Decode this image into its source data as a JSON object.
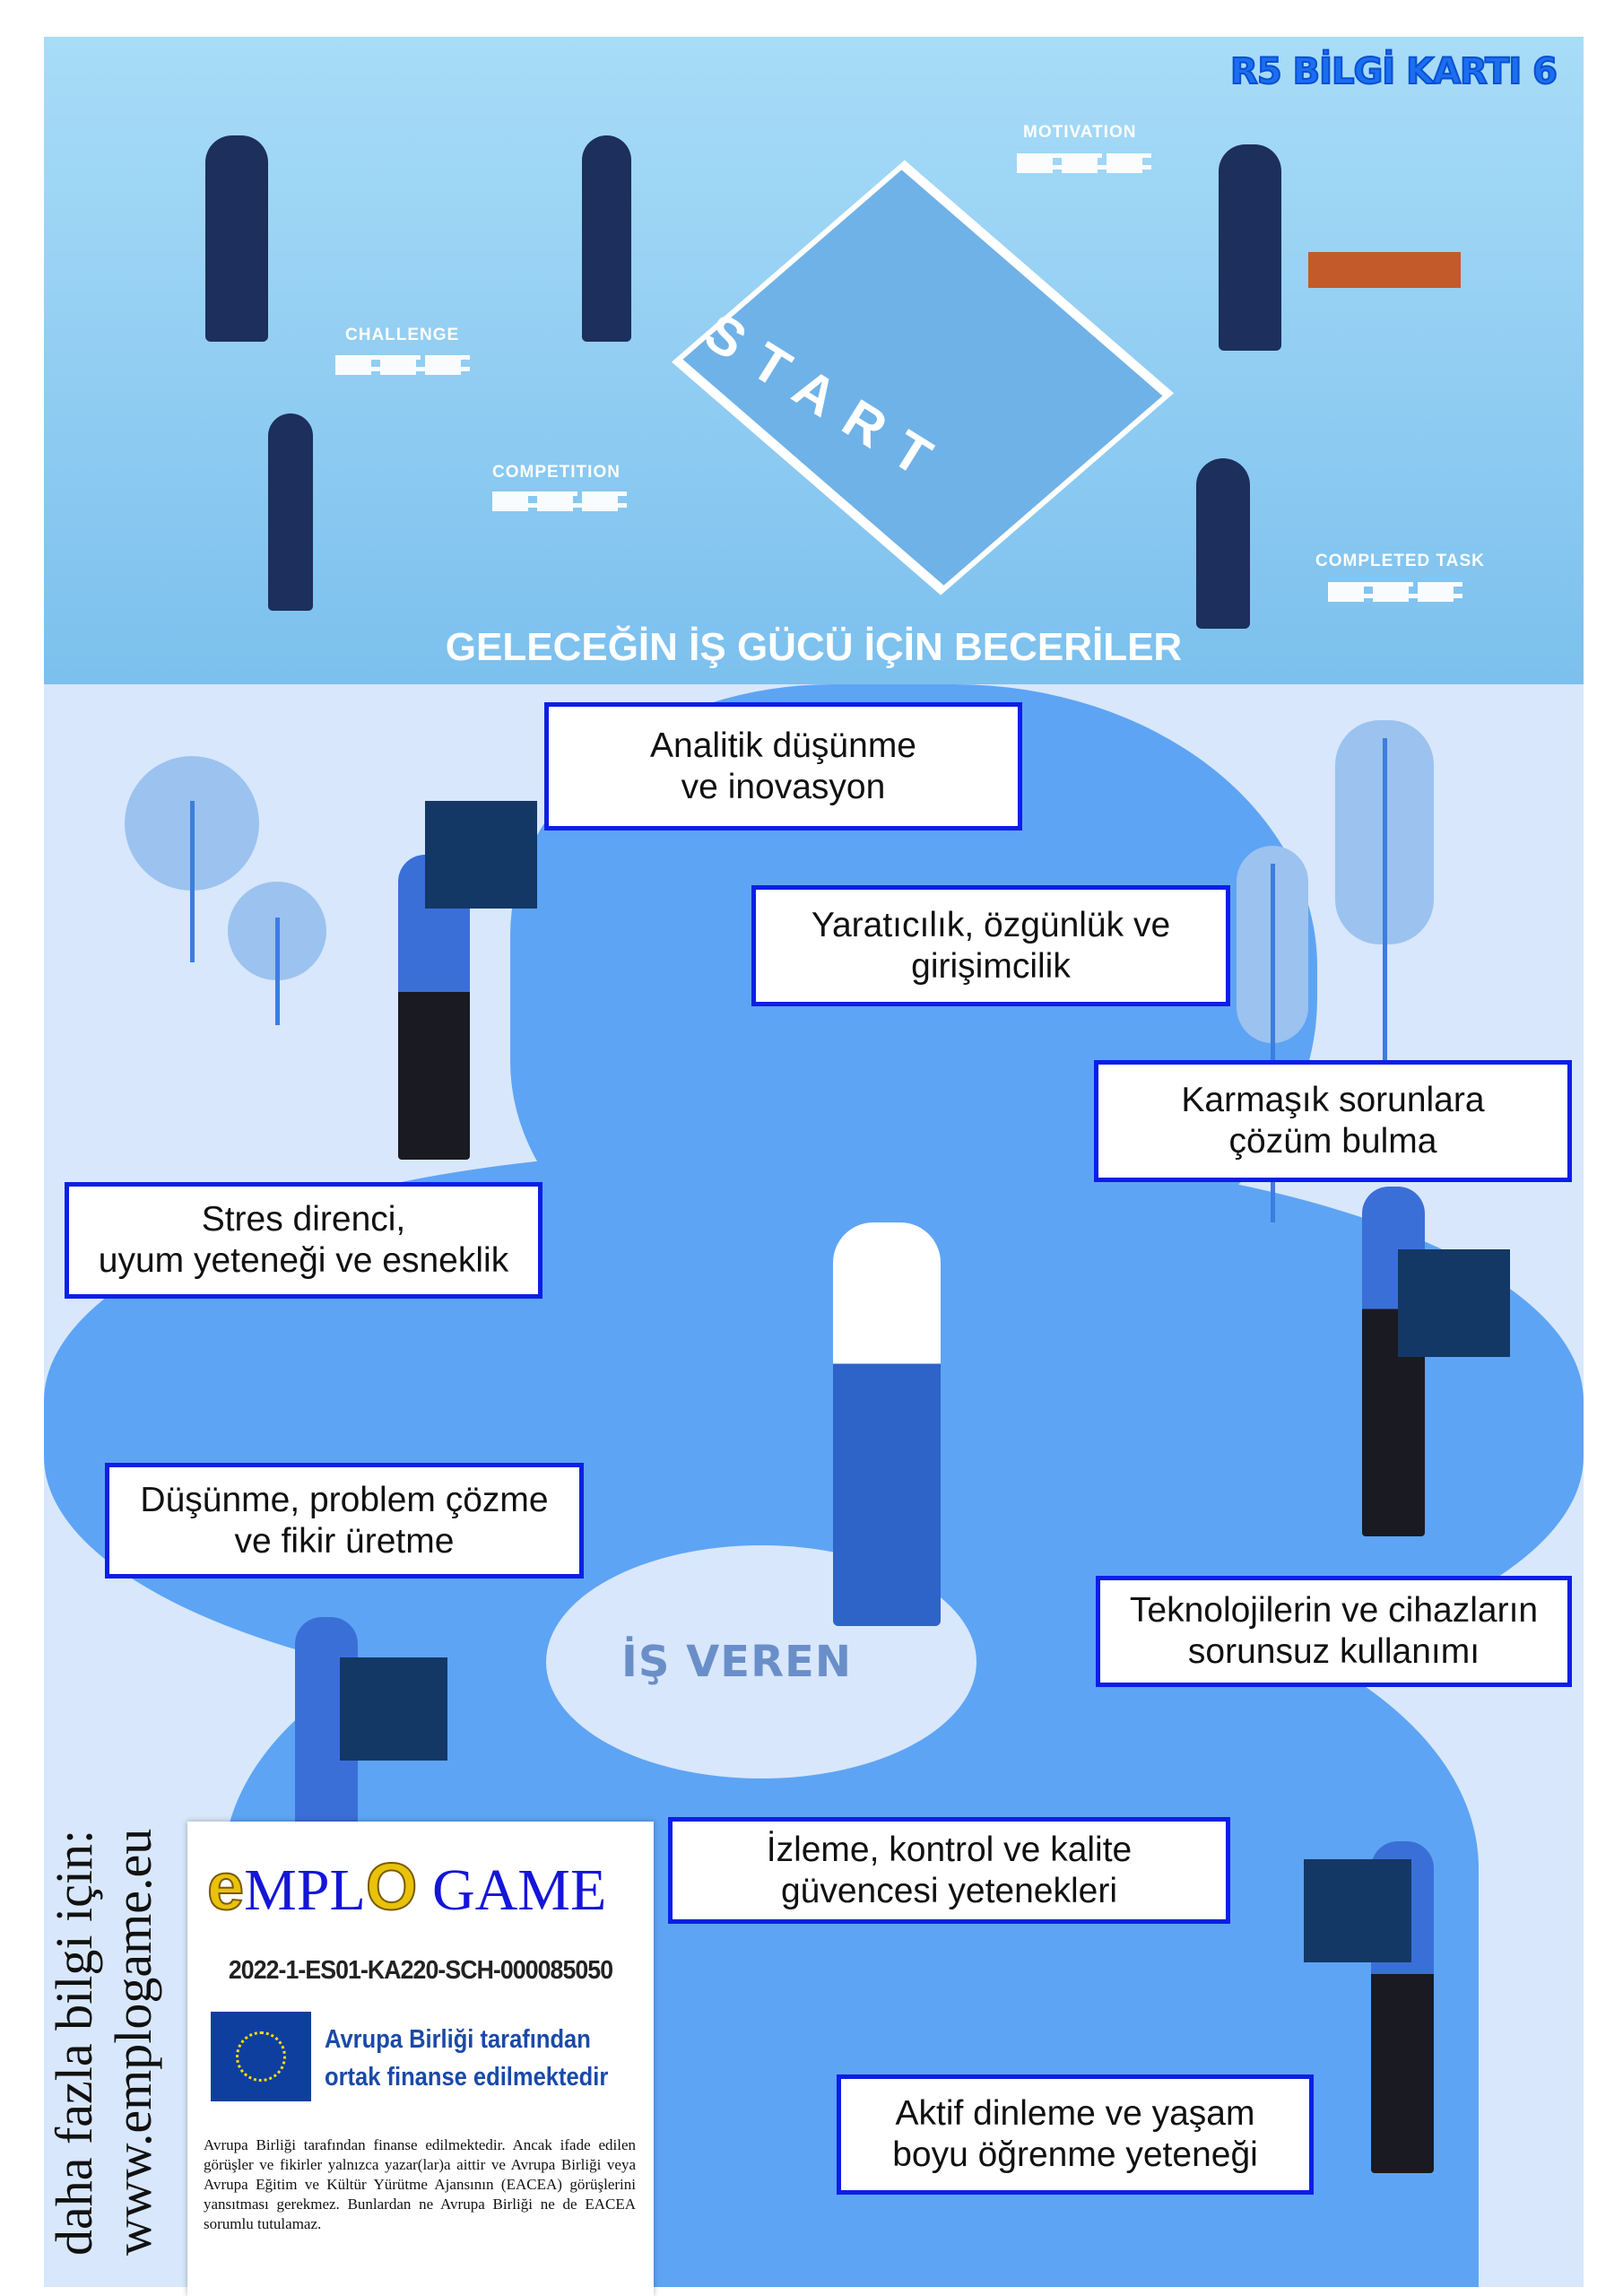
{
  "banner": {
    "card_title": "R5 BİLGİ KARTI 6",
    "heading": "GELECEĞİN İŞ GÜCÜ İÇİN BECERİLER",
    "labels": {
      "challenge": "CHALLENGE",
      "competition": "COMPETITION",
      "motivation": "MOTIVATION",
      "completed": "COMPLETED TASK",
      "start": "START"
    }
  },
  "skills": [
    {
      "line1": "Analitik düşünme",
      "line2": "ve inovasyon"
    },
    {
      "line1": "Yaratıcılık, özgünlük ve",
      "line2": "girişimcilik"
    },
    {
      "line1": "Karmaşık sorunlara",
      "line2": "çözüm bulma"
    },
    {
      "line1": "Stres direnci,",
      "line2": "uyum yeteneği ve esneklik"
    },
    {
      "line1": "Düşünme, problem çözme",
      "line2": "ve fikir üretme"
    },
    {
      "line1": "Teknolojilerin ve cihazların",
      "line2": "sorunsuz kullanımı"
    },
    {
      "line1": "İzleme, kontrol ve kalite",
      "line2": "güvencesi yetenekleri"
    },
    {
      "line1": "Aktif dinleme ve yaşam",
      "line2": "boyu öğrenme yeteneği"
    }
  ],
  "center_label": "İŞ VEREN",
  "side_text": {
    "line1": "daha fazla bilgi için:",
    "line2": "www.emplogame.eu"
  },
  "footer": {
    "logo": "EMPLOGAME",
    "project_code": "2022-1-ES01-KA220-SCH-000085050",
    "eu_line1": "Avrupa Birliği tarafından",
    "eu_line2": "ortak finanse edilmektedir",
    "disclaimer": "Avrupa Birliği tarafından finanse edilmektedir. Ancak ifade edilen görüşler ve fikirler yalnızca yazar(lar)a aittir ve Avrupa Birliği veya Avrupa Eğitim ve Kültür Yürütme Ajansının (EACEA) görüşlerini yansıtması gerekmez. Bunlardan ne Avrupa Birliği ne de EACEA sorumlu tutulamaz."
  },
  "colors": {
    "box_border": "#0b1fe6",
    "river": "#5ea4f4",
    "bg": "#d8e7fb",
    "eu_blue": "#0f3f9e",
    "title_blue": "#1a6ff0"
  }
}
